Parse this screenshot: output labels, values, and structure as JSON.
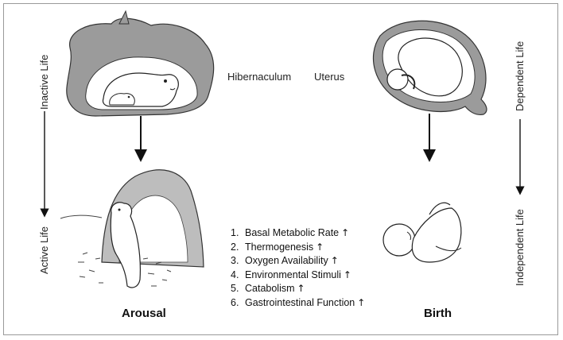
{
  "labels": {
    "hibernaculum": "Hibernaculum",
    "uterus": "Uterus",
    "inactive_life": "Inactive Life",
    "active_life": "Active Life",
    "dependent_life": "Dependent Life",
    "independent_life": "Independent Life",
    "arousal": "Arousal",
    "birth": "Birth"
  },
  "factors": [
    {
      "num": "1.",
      "text": "Basal Metabolic Rate",
      "arrow": "↑"
    },
    {
      "num": "2.",
      "text": "Thermogenesis",
      "arrow": "↑"
    },
    {
      "num": "3.",
      "text": "Oxygen Availability",
      "arrow": "↑"
    },
    {
      "num": "4.",
      "text": "Environmental Stimuli",
      "arrow": "↑"
    },
    {
      "num": "5.",
      "text": "Catabolism",
      "arrow": "↑"
    },
    {
      "num": "6.",
      "text": "Gastrointestinal Function",
      "arrow": "↑"
    }
  ],
  "icons": [
    "hibernating-bear-den-illustration",
    "fetus-in-uterus-illustration",
    "awake-bear-cave-illustration",
    "newborn-baby-illustration"
  ]
}
